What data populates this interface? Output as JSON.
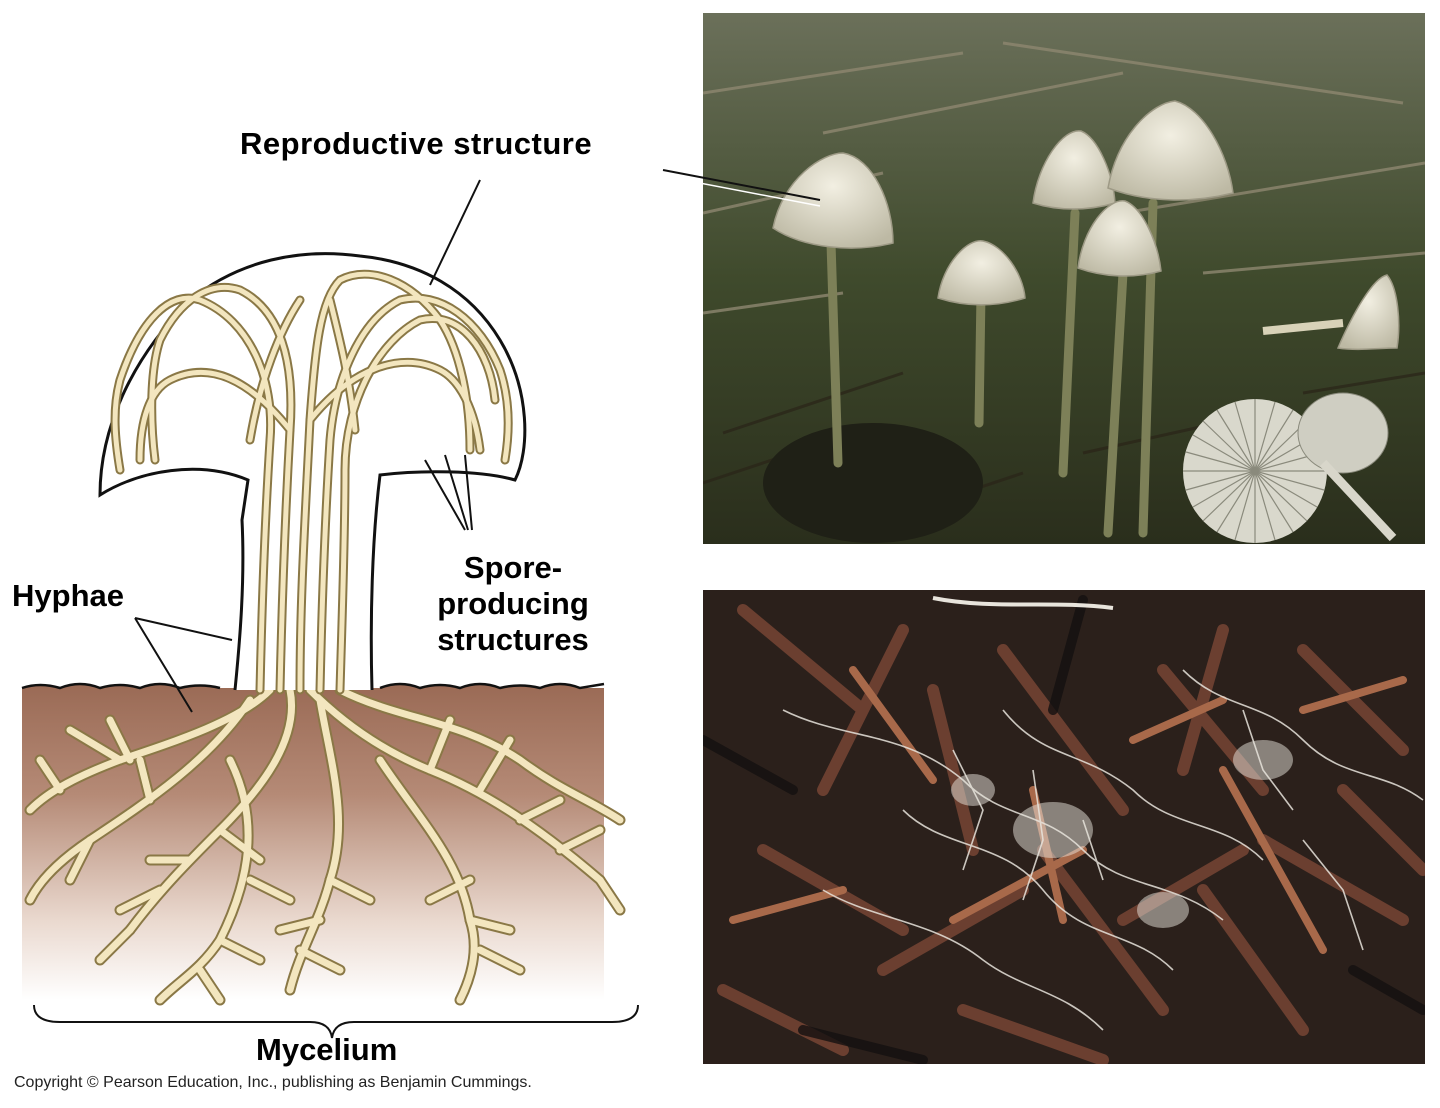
{
  "labels": {
    "reproductive_structure": "Reproductive structure",
    "hyphae": "Hyphae",
    "spore_line1": "Spore-",
    "spore_line2": "producing",
    "spore_line3": "structures",
    "mycelium": "Mycelium"
  },
  "copyright": "Copyright © Pearson Education, Inc., publishing as Benjamin Cummings.",
  "colors": {
    "hyphae_fill": "#f3e6bf",
    "hyphae_outline": "#7a6a3a",
    "soil_top": "#9a6a55",
    "soil_bottom": "#ffffff",
    "photo_forest": "#3a4a2a",
    "photo_litter": "#3a2a22"
  }
}
